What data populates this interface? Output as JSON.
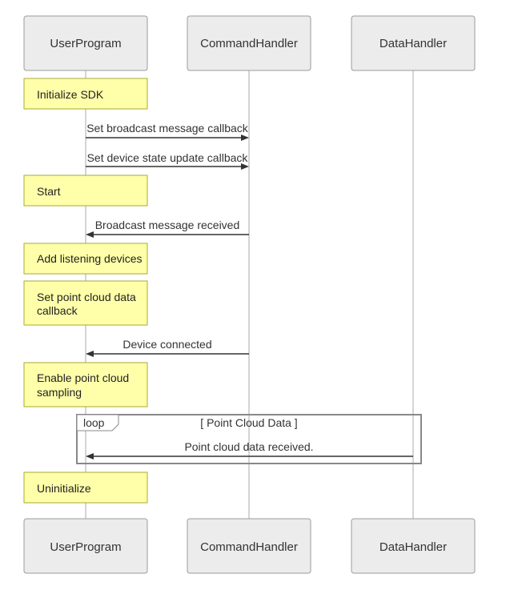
{
  "actors": [
    {
      "id": "user",
      "label": "UserProgram"
    },
    {
      "id": "cmd",
      "label": "CommandHandler"
    },
    {
      "id": "data",
      "label": "DataHandler"
    }
  ],
  "notes": [
    {
      "lines": [
        "Initialize SDK"
      ]
    },
    {
      "lines": [
        "Start"
      ]
    },
    {
      "lines": [
        "Add listening devices"
      ]
    },
    {
      "lines": [
        "Set point cloud data",
        "callback"
      ]
    },
    {
      "lines": [
        "Enable point cloud",
        "sampling"
      ]
    },
    {
      "lines": [
        "Uninitialize"
      ]
    }
  ],
  "messages": [
    {
      "from": "user",
      "to": "cmd",
      "text": "Set broadcast message callback"
    },
    {
      "from": "user",
      "to": "cmd",
      "text": "Set device state update callback"
    },
    {
      "from": "cmd",
      "to": "user",
      "text": "Broadcast message received"
    },
    {
      "from": "cmd",
      "to": "user",
      "text": "Device connected"
    },
    {
      "from": "data",
      "to": "user",
      "text": "Point cloud data received."
    }
  ],
  "loop": {
    "label": "loop",
    "condition": "[ Point Cloud Data ]"
  }
}
